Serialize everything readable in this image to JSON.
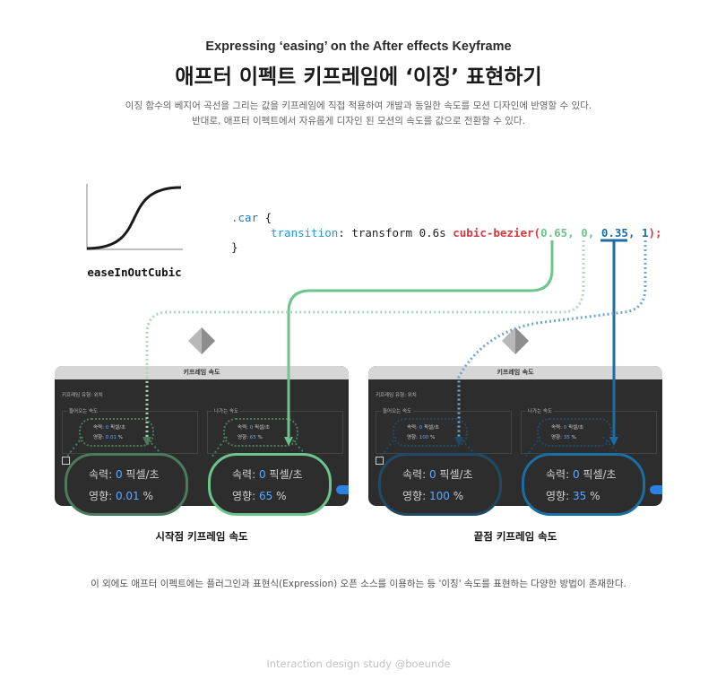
{
  "header": {
    "subtitle_en": "Expressing ‘easing’ on the After effects Keyframe",
    "title_ko": "애프터 이펙트 키프레임에 ‘이징’ 표현하기",
    "desc_line1": "이징 함수의 베지어 곡선을 그리는 값을 키프레임에 직접 적용하여 개발과 동일한 속도를 모션 디자인에 반영할 수 있다.",
    "desc_line2": "반대로, 애프터 이펙트에서 자유롭게 디자인 된 모션의 속도를 값으로 전환할 수 있다."
  },
  "curve": {
    "label": "easeInOutCubic"
  },
  "code": {
    "selector": ".car",
    "open_brace": "{",
    "property": "transition",
    "colon": ":",
    "value_prefix": "transform 0.6s",
    "function": "cubic-bezier(",
    "v1": "0.65",
    "v2": "0",
    "v3": "0.35",
    "v4": "1",
    "comma": ",",
    "close_paren": ");",
    "close_brace": "}"
  },
  "panels": {
    "header": "키프레임 속도",
    "type_label": "키프레임 유형: 위치",
    "incoming": "들어오는 속도",
    "outgoing": "나가는 속도",
    "speed_label": "속력:",
    "influence_label": "영향:",
    "speed_value": "0",
    "speed_unit": "픽셀/초",
    "start_in_influence": "0.01",
    "start_out_influence": "65",
    "end_in_influence": "100",
    "end_out_influence": "35",
    "percent": "%"
  },
  "captions": {
    "start": "시작점 키프레임 속도",
    "end": "끝점 키프레임 속도"
  },
  "footnote": "이 외에도 애프터 이펙트에는 플러그인과 표현식(Expression) 오픈 소스를 이용하는 등 '이징' 속도를 표현하는 다양한 방법이 존재한다.",
  "credit": "Interaction design study @boeunde",
  "colors": {
    "green": "#6dc58b",
    "green_dark": "#4b7a5c",
    "blue": "#1a6ea4",
    "blue_dark": "#1f4a66",
    "accent_blue": "#5aa9ff",
    "code_red": "#d9363e"
  }
}
